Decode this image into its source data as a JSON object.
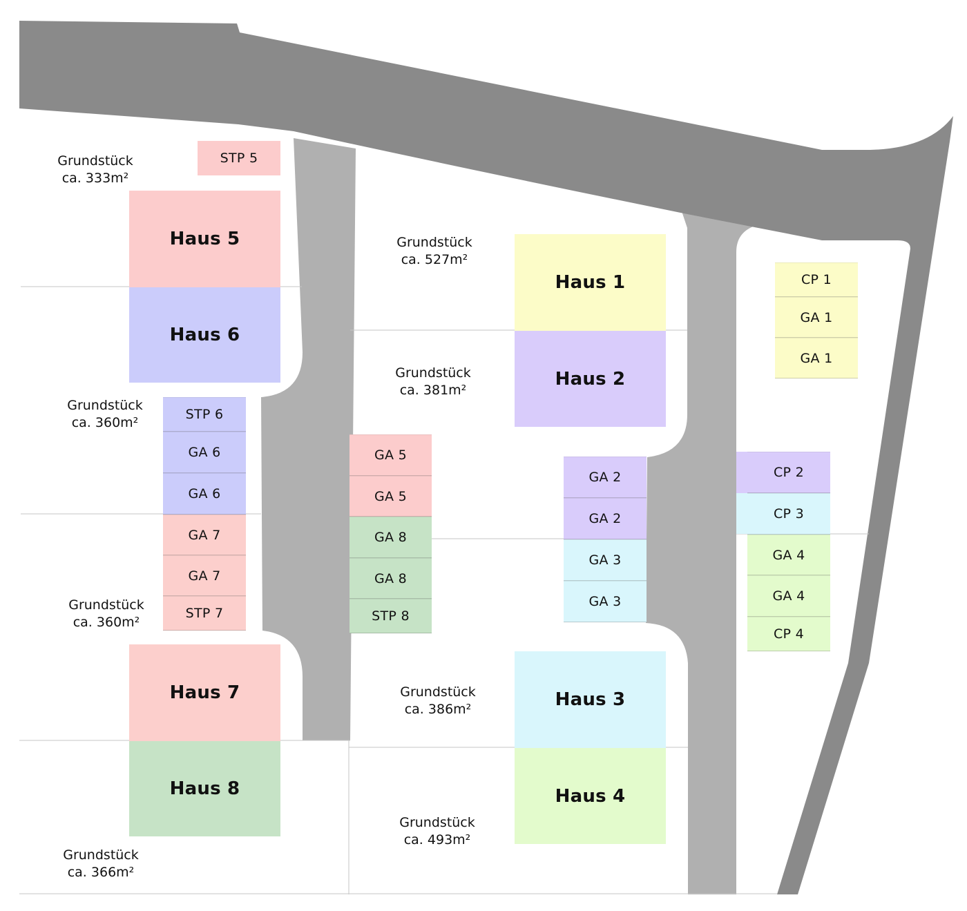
{
  "colors": {
    "main_road": "#8a8a8a",
    "access_road": "#b0b0b0",
    "lot_line": "#c6c6c6",
    "haus_1": "#fcfcc8",
    "haus_2": "#d9ccfb",
    "haus_3": "#d9f6fc",
    "haus_4": "#e3fbcc",
    "haus_5": "#fccccc",
    "haus_6": "#cbccfb",
    "haus_7": "#fccfcc",
    "haus_8": "#c6e3c6"
  },
  "houses": {
    "h1": "Haus 1",
    "h2": "Haus 2",
    "h3": "Haus 3",
    "h4": "Haus 4",
    "h5": "Haus 5",
    "h6": "Haus 6",
    "h7": "Haus 7",
    "h8": "Haus 8"
  },
  "plots": {
    "h1": {
      "line1": "Grundstück",
      "line2": "ca. 527m²"
    },
    "h2": {
      "line1": "Grundstück",
      "line2": "ca. 381m²"
    },
    "h3": {
      "line1": "Grundstück",
      "line2": "ca. 386m²"
    },
    "h4": {
      "line1": "Grundstück",
      "line2": "ca. 493m²"
    },
    "h5": {
      "line1": "Grundstück",
      "line2": "ca. 333m²"
    },
    "h6": {
      "line1": "Grundstück",
      "line2": "ca. 360m²"
    },
    "h7": {
      "line1": "Grundstück",
      "line2": "ca. 360m²"
    },
    "h8": {
      "line1": "Grundstück",
      "line2": "ca. 366m²"
    }
  },
  "parking": {
    "stp5": "STP 5",
    "stp6": "STP 6",
    "ga6a": "GA  6",
    "ga6b": "GA  6",
    "ga7a": "GA  7",
    "ga7b": "GA  7",
    "stp7": "STP 7",
    "ga5a": "GA  5",
    "ga5b": "GA  5",
    "ga8a": "GA  8",
    "ga8b": "GA  8",
    "stp8": "STP 8",
    "ga2a": "GA 2",
    "ga2b": "GA 2",
    "ga3a": "GA 3",
    "ga3b": "GA 3",
    "cp1": "CP 1",
    "ga1a": "GA 1",
    "ga1b": "GA 1",
    "cp2": "CP 2",
    "cp3": "CP 3",
    "ga4a": "GA 4",
    "ga4b": "GA 4",
    "cp4": "CP 4"
  }
}
